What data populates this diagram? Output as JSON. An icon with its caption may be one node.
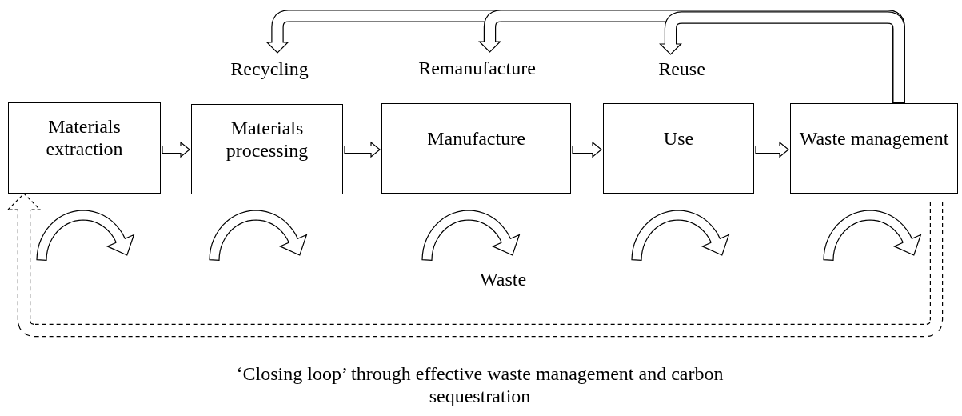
{
  "diagram": {
    "caption": "‘Closing loop’ through effective waste management and carbon sequestration",
    "nodes": [
      {
        "text": [
          "Materials extraction"
        ]
      },
      {
        "text": [
          "Materials processing"
        ]
      },
      {
        "text": [
          "Manufacture"
        ]
      },
      {
        "text": [
          "Use"
        ]
      },
      {
        "text": [
          "Waste management"
        ]
      },
      {
        "text": [
          "Recycling"
        ]
      },
      {
        "text": [
          "Remanufacture"
        ]
      },
      {
        "text": [
          "Reuse"
        ]
      }
    ],
    "edges": [
      {
        "from": 0,
        "to": 1,
        "arrow": "to"
      },
      {
        "from": 1,
        "to": 2,
        "arrow": "to"
      },
      {
        "from": 2,
        "to": 3,
        "arrow": "to"
      },
      {
        "from": 3,
        "to": 4,
        "arrow": "to"
      },
      {
        "from": 4,
        "to": 5,
        "arrow": "to"
      },
      {
        "from": 4,
        "to": 6,
        "arrow": "to"
      },
      {
        "from": 4,
        "to": 7,
        "arrow": "to"
      },
      {
        "from": 4,
        "to": 0,
        "arrow": "to",
        "style": "dashed"
      }
    ],
    "labels": [
      "Waste"
    ]
  }
}
